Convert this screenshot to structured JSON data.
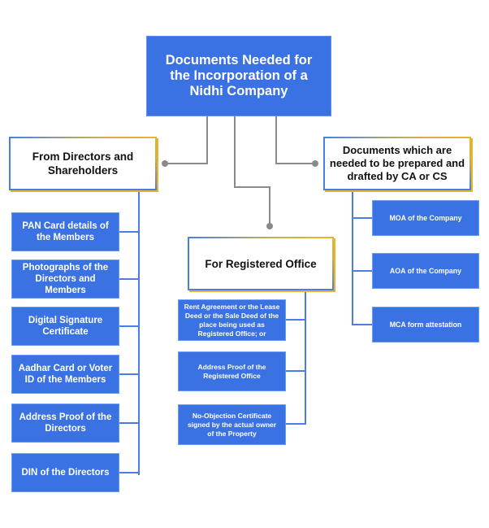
{
  "diagram": {
    "title": "Documents Needed for the Incorporation of a Nidhi Company",
    "categories": [
      {
        "label": "From Directors and Shareholders",
        "items": [
          "PAN Card details of the Members",
          "Photographs of the Directors and Members",
          "Digital Signature Certificate",
          "Aadhar Card or Voter ID of the Members",
          "Address Proof of the Directors",
          "DIN of the Directors"
        ]
      },
      {
        "label": "For Registered Office",
        "items": [
          "Rent Agreement or the Lease Deed or the Sale Deed of the place being used as Registered Office; or",
          "Address Proof of the Registered Office",
          "No-Objection Certificate signed by the actual owner of the Property"
        ]
      },
      {
        "label": "Documents which are needed to be prepared and drafted by CA or CS",
        "items": [
          "MOA of the Company",
          "AOA of the Company",
          "MCA form attestation"
        ]
      }
    ]
  },
  "colors": {
    "box_blue": "#3b72e3",
    "border_blue": "#4a7ee6",
    "accent_gold": "#e9b32a",
    "connector_gray": "#8a8a8a",
    "branch_blue": "#4a7ee6"
  }
}
